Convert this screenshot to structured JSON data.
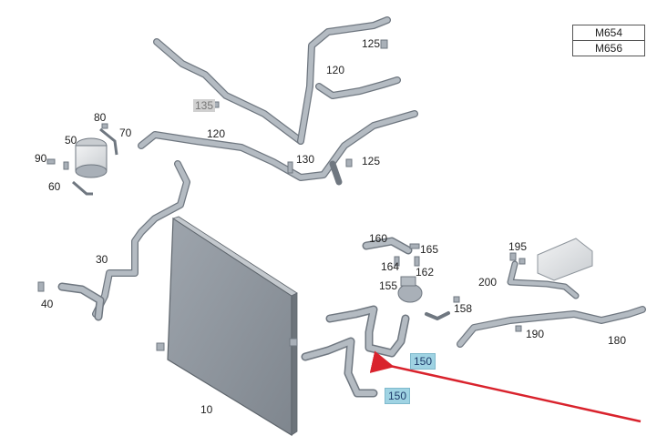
{
  "engine_codes": [
    "M654",
    "M656"
  ],
  "part_labels": {
    "p10": "10",
    "p30": "30",
    "p40": "40",
    "p50": "50",
    "p60": "60",
    "p70": "70",
    "p80": "80",
    "p90": "90",
    "p120a": "120",
    "p120b": "120",
    "p125a": "125",
    "p125b": "125",
    "p130": "130",
    "p135": "135",
    "p150a": "150",
    "p150b": "150",
    "p155": "155",
    "p158": "158",
    "p160": "160",
    "p162": "162",
    "p164": "164",
    "p165": "165",
    "p180": "180",
    "p190": "190",
    "p195": "195",
    "p200": "200"
  },
  "colors": {
    "hose": "#a9b0b8",
    "hose_outline": "#6f7780",
    "radiator": "#8f969e",
    "highlight": "#9fd3e3",
    "arrow": "#d9232d"
  }
}
